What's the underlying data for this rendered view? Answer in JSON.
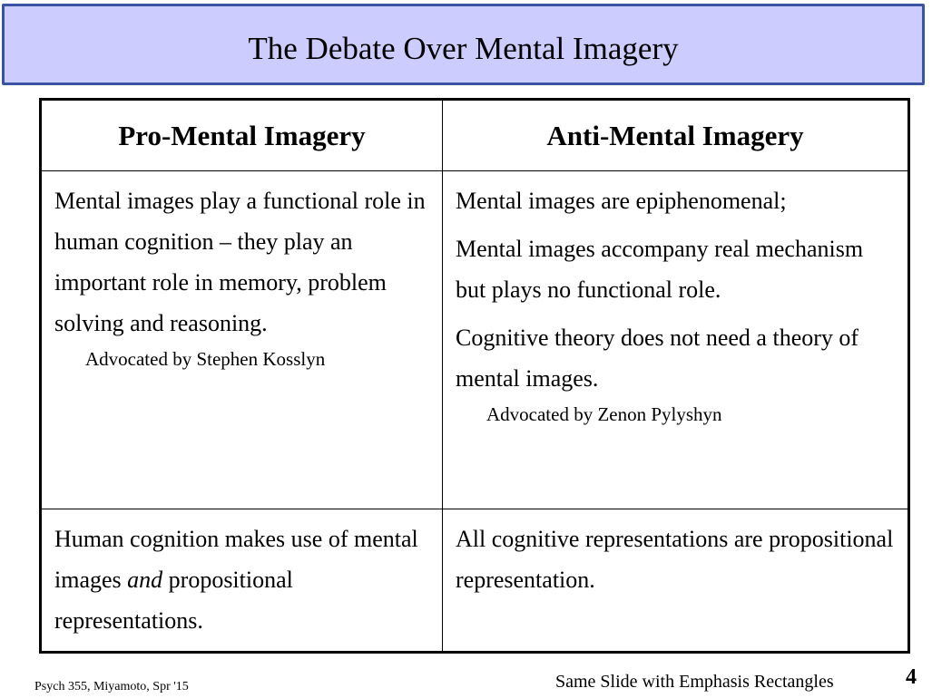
{
  "slide": {
    "title": "The Debate Over Mental Imagery",
    "footer_left": "Psych 355, Miyamoto, Spr '15",
    "footer_note": "Same Slide with Emphasis Rectangles",
    "page_number": "4"
  },
  "table": {
    "headers": [
      "Pro-Mental Imagery",
      "Anti-Mental Imagery"
    ],
    "row1": {
      "left_text": "Mental images play a functional role in human cognition – they play an important role in memory, problem solving and reasoning.",
      "left_advocate": "Advocated by Stephen Kosslyn",
      "right_paragraphs": [
        "Mental images are epiphenomenal;",
        "Mental images accompany real mechanism but plays no functional role.",
        "Cognitive theory does not need a theory of mental images."
      ],
      "right_advocate": "Advocated by Zenon Pylyshyn"
    },
    "row2": {
      "left_before": "Human cognition makes use of mental images ",
      "left_emphasis": "and",
      "left_after": " propositional representations.",
      "right_text": "All cognitive representations are propositional representation."
    }
  },
  "colors": {
    "title_fill": "#ccccff",
    "title_border": "#3a54a4",
    "text": "#000000"
  }
}
